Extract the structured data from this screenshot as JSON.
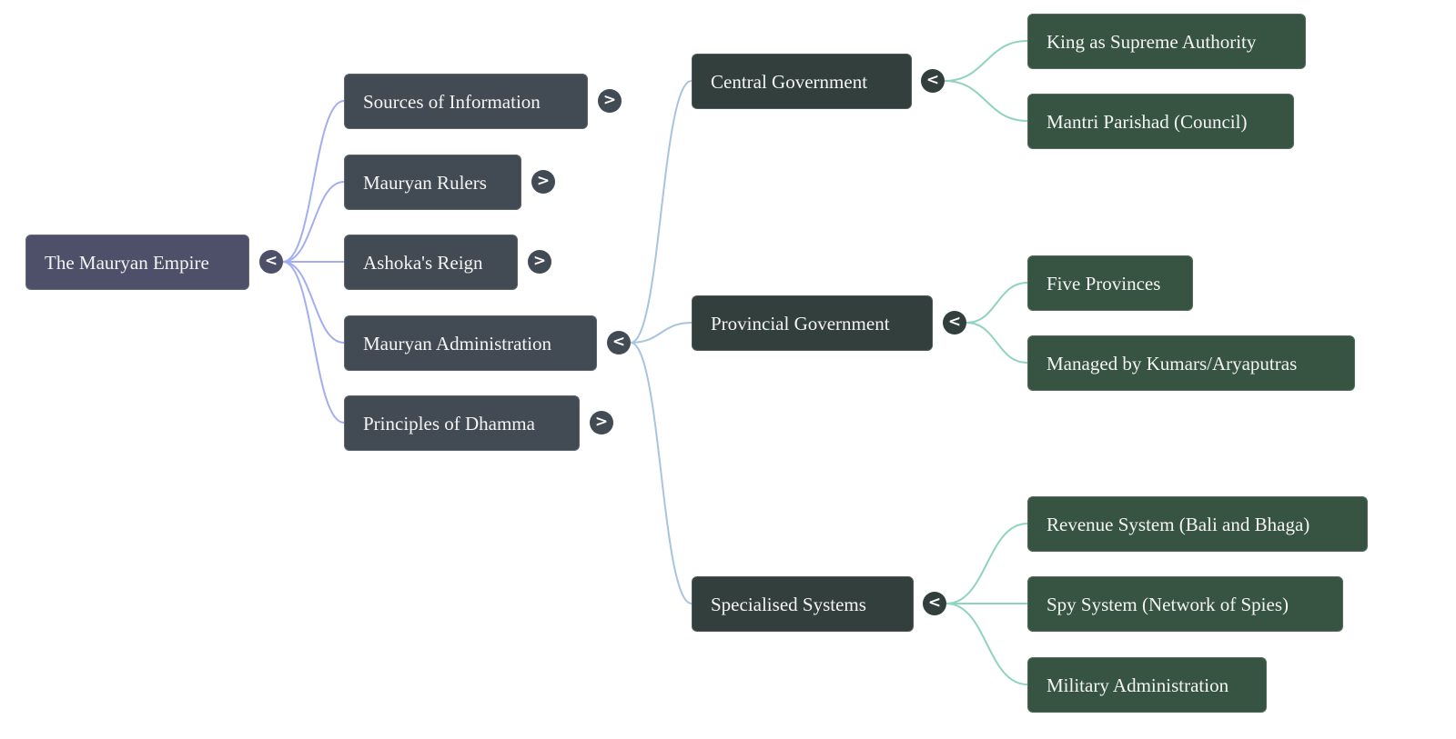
{
  "root": {
    "label": "The Mauryan Empire",
    "toggle": "<"
  },
  "level1": [
    {
      "label": "Sources of Information",
      "toggle": ">"
    },
    {
      "label": "Mauryan Rulers",
      "toggle": ">"
    },
    {
      "label": "Ashoka's Reign",
      "toggle": ">"
    },
    {
      "label": "Mauryan Administration",
      "toggle": "<"
    },
    {
      "label": "Principles of Dhamma",
      "toggle": ">"
    }
  ],
  "level2": [
    {
      "label": "Central Government",
      "toggle": "<"
    },
    {
      "label": "Provincial Government",
      "toggle": "<"
    },
    {
      "label": "Specialised Systems",
      "toggle": "<"
    }
  ],
  "level3": [
    {
      "label": "King as Supreme Authority"
    },
    {
      "label": "Mantri Parishad (Council)"
    },
    {
      "label": "Five Provinces"
    },
    {
      "label": "Managed by Kumars/Aryaputras"
    },
    {
      "label": "Revenue System (Bali and Bhaga)"
    },
    {
      "label": "Spy System (Network of Spies)"
    },
    {
      "label": "Military Administration"
    }
  ],
  "colors": {
    "edge_root": "#a3aef2",
    "edge_admin": "#a8c4e0",
    "edge_leaf": "#8fd3c0"
  }
}
